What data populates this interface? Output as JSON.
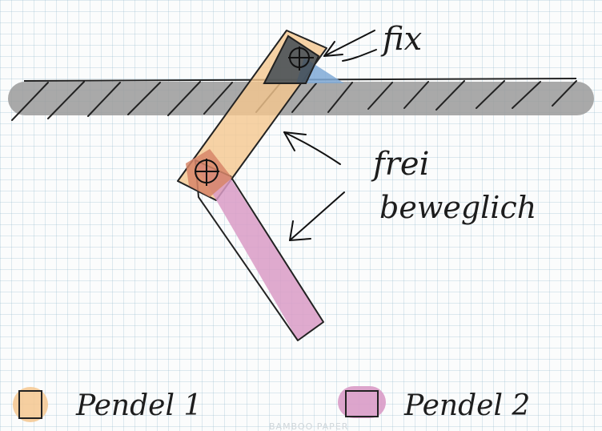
{
  "diagram": {
    "labels": {
      "fixed": "fix",
      "free_line1": "frei",
      "free_line2": "beweglich"
    },
    "legend": [
      {
        "name": "Pendel 1",
        "color": "#f5c78f"
      },
      {
        "name": "Pendel 2",
        "color": "#d99bc6"
      }
    ],
    "watermark": "BAMBOO PAPER",
    "colors": {
      "ground": "#9a9a9a",
      "pendulum1": "#f5c78f",
      "pendulum2": "#d99bc6",
      "joint1": "#3f4a52",
      "joint2": "#d78668",
      "fixed_support": "#7fa9d6"
    }
  }
}
